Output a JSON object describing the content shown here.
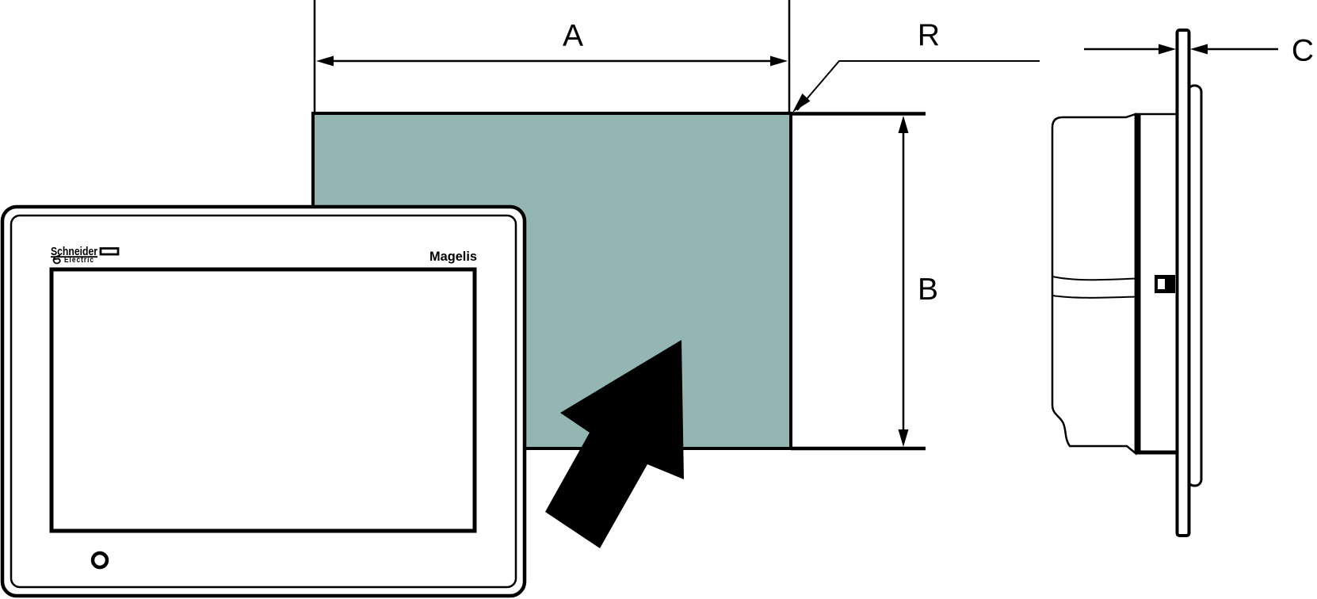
{
  "diagram_labels": {
    "cutout_width": "A",
    "cutout_height": "B",
    "panel_thickness": "C",
    "corner_radius": "R"
  },
  "device": {
    "brand_line1": "Schneider",
    "brand_line2": "Electric",
    "product_name": "Magelis"
  },
  "colors": {
    "cutout_fill": "#93b6b3",
    "line_color": "#000000",
    "background": "#ffffff"
  }
}
